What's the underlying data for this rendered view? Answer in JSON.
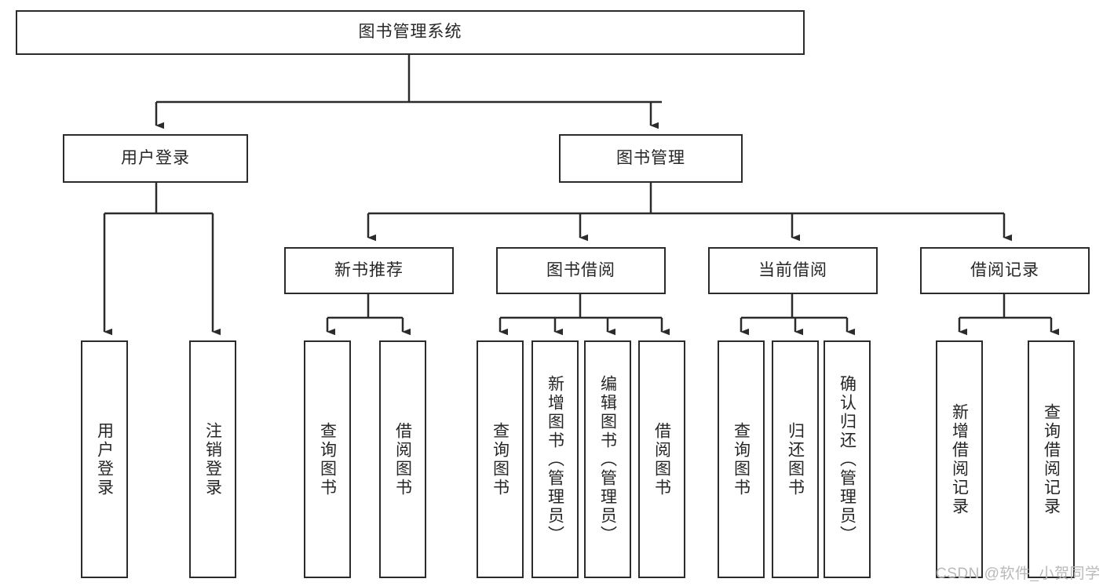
{
  "diagram": {
    "title": "图书管理系统",
    "type": "tree-hierarchy",
    "watermark": "CSDN @软件_小贺同学",
    "colors": {
      "box_border": "#2b2b2b",
      "box_fill": "#ffffff",
      "connector": "#2b2b2b",
      "text": "#262626",
      "watermark": "#b9b9b9",
      "background": "#ffffff"
    },
    "nodes": {
      "root": {
        "label": "图书管理系统",
        "level": 1,
        "orientation": "horizontal"
      },
      "l2": [
        {
          "id": "user-login",
          "label": "用户登录",
          "level": 2,
          "orientation": "horizontal"
        },
        {
          "id": "book-manage",
          "label": "图书管理",
          "level": 2,
          "orientation": "horizontal"
        }
      ],
      "l3": [
        {
          "id": "new-book-recommend",
          "label": "新书推荐",
          "level": 3,
          "orientation": "horizontal"
        },
        {
          "id": "book-borrow",
          "label": "图书借阅",
          "level": 3,
          "orientation": "horizontal"
        },
        {
          "id": "current-borrow",
          "label": "当前借阅",
          "level": 3,
          "orientation": "horizontal"
        },
        {
          "id": "borrow-record",
          "label": "借阅记录",
          "level": 3,
          "orientation": "horizontal"
        }
      ],
      "leaves": [
        {
          "id": "leaf-user-login",
          "label": "用户登录",
          "parent": "user-login",
          "orientation": "vertical"
        },
        {
          "id": "leaf-user-logout",
          "label": "注销登录",
          "parent": "user-login",
          "orientation": "vertical"
        },
        {
          "id": "leaf-query-book-1",
          "label": "查询图书",
          "parent": "new-book-recommend",
          "orientation": "vertical"
        },
        {
          "id": "leaf-borrow-book-1",
          "label": "借阅图书",
          "parent": "new-book-recommend",
          "orientation": "vertical"
        },
        {
          "id": "leaf-query-book-2",
          "label": "查询图书",
          "parent": "book-borrow",
          "orientation": "vertical"
        },
        {
          "id": "leaf-add-book",
          "label": "新增图书（管理员）",
          "parent": "book-borrow",
          "orientation": "vertical"
        },
        {
          "id": "leaf-edit-book",
          "label": "编辑图书（管理员）",
          "parent": "book-borrow",
          "orientation": "vertical"
        },
        {
          "id": "leaf-borrow-book-2",
          "label": "借阅图书",
          "parent": "book-borrow",
          "orientation": "vertical"
        },
        {
          "id": "leaf-query-book-3",
          "label": "查询图书",
          "parent": "current-borrow",
          "orientation": "vertical"
        },
        {
          "id": "leaf-return-book",
          "label": "归还图书",
          "parent": "current-borrow",
          "orientation": "vertical"
        },
        {
          "id": "leaf-confirm-return",
          "label": "确认归还（管理员）",
          "parent": "current-borrow",
          "orientation": "vertical"
        },
        {
          "id": "leaf-add-record",
          "label": "新增借阅记录",
          "parent": "borrow-record",
          "orientation": "vertical"
        },
        {
          "id": "leaf-query-record",
          "label": "查询借阅记录",
          "parent": "borrow-record",
          "orientation": "vertical"
        }
      ]
    }
  }
}
